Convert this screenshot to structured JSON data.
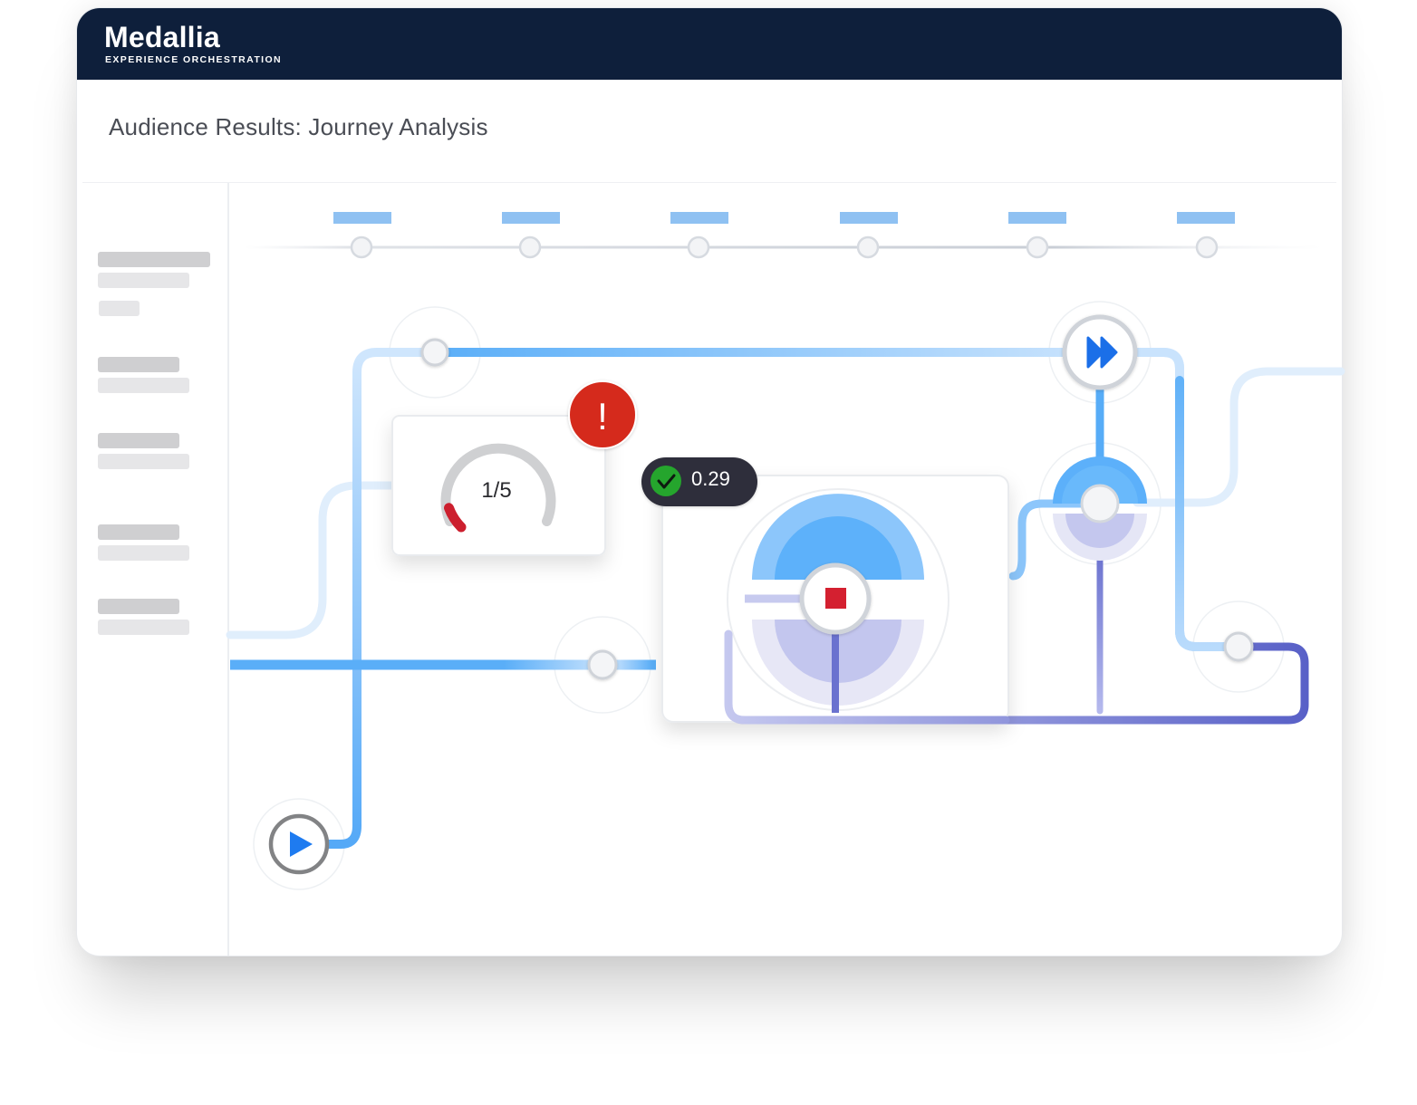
{
  "header": {
    "brand_name": "Medallia",
    "brand_subtitle": "EXPERIENCE ORCHESTRATION"
  },
  "page": {
    "title": "Audience Results: Journey Analysis"
  },
  "journey": {
    "gauge_value": "1/5",
    "gauge_fraction": 0.2,
    "alert_symbol": "!",
    "score_value": "0.29",
    "status_icons": {
      "start": "play-icon",
      "forward": "fast-forward-icon",
      "stop": "stop-icon",
      "alert": "exclamation-icon",
      "success": "checkmark-icon"
    }
  },
  "colors": {
    "header_bg": "#0e1f3b",
    "path_blue": "#5aaef8",
    "path_light": "#c9e3fd",
    "path_purple": "#5b63c6",
    "alert_red": "#d52b1e",
    "success_green": "#25a52d",
    "badge_dark": "#2f2f3a",
    "play_blue": "#1e7bf0",
    "stop_red": "#d42030"
  }
}
